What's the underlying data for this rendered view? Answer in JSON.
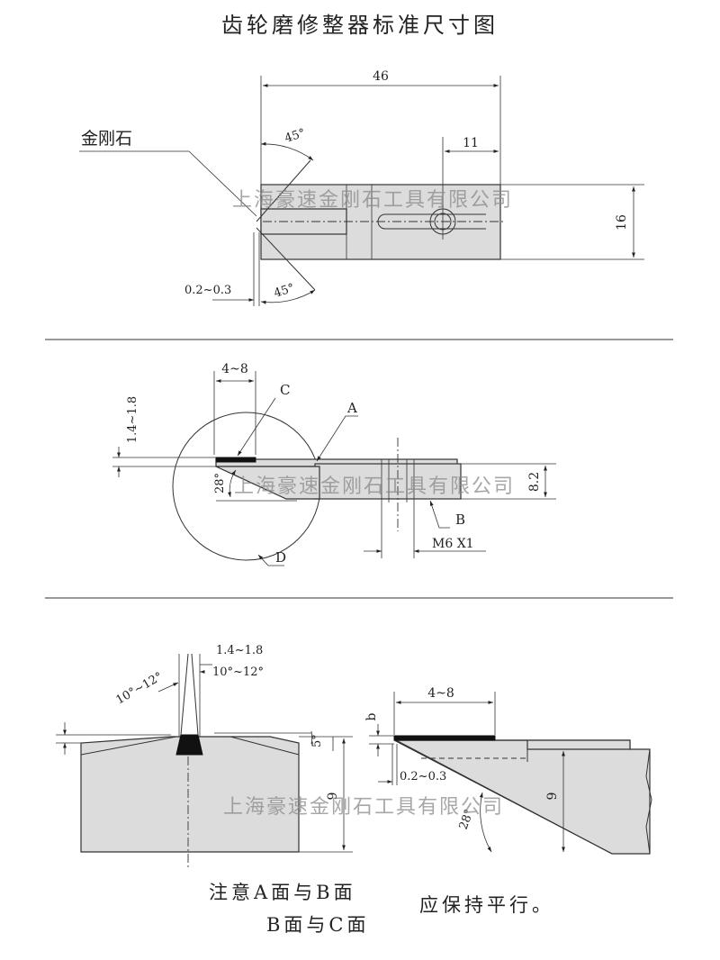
{
  "title": "齿轮磨修整器标准尺寸图",
  "watermark": "上海豪速金刚石工具有限公司",
  "view1": {
    "dim_length": "46",
    "dim_slot": "11",
    "dim_height": "16",
    "angle_top": "45°",
    "angle_bottom": "45°",
    "gap": "0.2~0.3",
    "label_diamond": "金刚石"
  },
  "view2": {
    "dim_width": "4~8",
    "dim_thickness": "1.4~1.8",
    "angle": "28°",
    "dim_height": "8.2",
    "thread": "M6 X1",
    "label_a": "A",
    "label_b": "B",
    "label_c": "C",
    "label_d": "D"
  },
  "view3": {
    "dim_thickness": "1.4~1.8",
    "angle_right": "10°~12°",
    "angle_left": "10°~12°",
    "angle_side": "5°",
    "dim_height": "9"
  },
  "view4": {
    "dim_width": "4~8",
    "dim_b": "b",
    "gap": "0.2~0.3",
    "angle": "28°",
    "dim_height": "9"
  },
  "note": {
    "line1a": "注意A面与B面",
    "line1b": "应保持平行。",
    "line2": "B面与C面"
  }
}
